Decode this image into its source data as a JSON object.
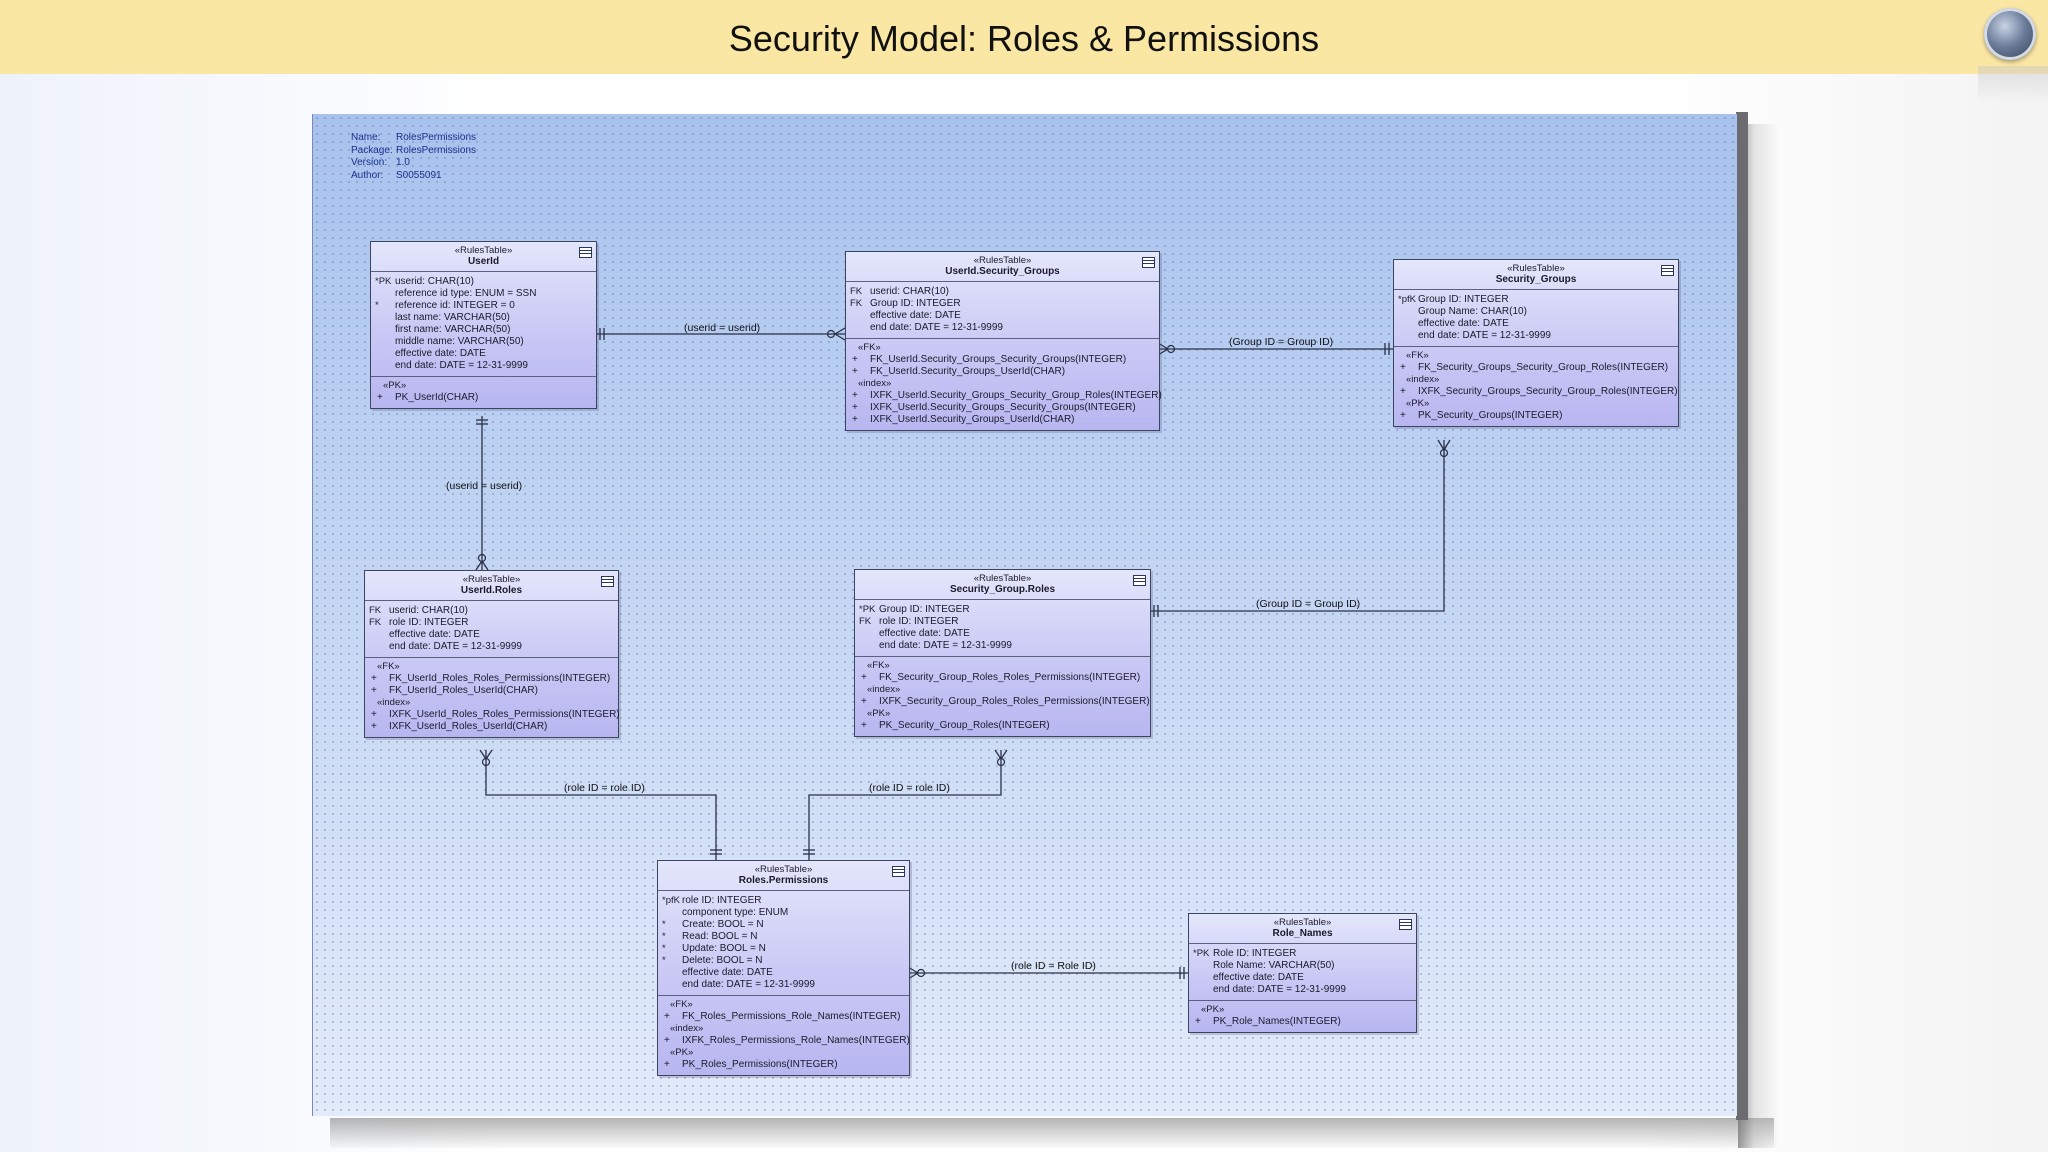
{
  "slide": {
    "title": "Security Model: Roles & Permissions",
    "logo_icon": "globe-logo-icon"
  },
  "diagram": {
    "meta": [
      {
        "label": "Name:",
        "value": "RolesPermissions"
      },
      {
        "label": "Package:",
        "value": "RolesPermissions"
      },
      {
        "label": "Version:",
        "value": "1.0"
      },
      {
        "label": "Author:",
        "value": "S0055091"
      }
    ],
    "entities": [
      {
        "id": "userid",
        "stereotype": "«RulesTable»",
        "name": "UserId",
        "attributes": [
          {
            "prefix": "*PK",
            "text": "userid: CHAR(10)"
          },
          {
            "prefix": "",
            "text": "reference id type: ENUM = SSN"
          },
          {
            "prefix": "*",
            "text": "reference id: INTEGER = 0"
          },
          {
            "prefix": "",
            "text": "last name: VARCHAR(50)"
          },
          {
            "prefix": "",
            "text": "first name: VARCHAR(50)"
          },
          {
            "prefix": "",
            "text": "middle name: VARCHAR(50)"
          },
          {
            "prefix": "",
            "text": "effective date: DATE"
          },
          {
            "prefix": "",
            "text": "end date: DATE = 12-31-9999"
          }
        ],
        "groups": [
          {
            "label": "«PK»",
            "items": [
              "PK_UserId(CHAR)"
            ]
          }
        ]
      },
      {
        "id": "userid_security_groups",
        "stereotype": "«RulesTable»",
        "name": "UserId.Security_Groups",
        "attributes": [
          {
            "prefix": "FK",
            "text": "userid: CHAR(10)"
          },
          {
            "prefix": "FK",
            "text": "Group ID: INTEGER"
          },
          {
            "prefix": "",
            "text": "effective date: DATE"
          },
          {
            "prefix": "",
            "text": "end date: DATE = 12-31-9999"
          }
        ],
        "groups": [
          {
            "label": "«FK»",
            "items": [
              "FK_UserId.Security_Groups_Security_Groups(INTEGER)",
              "FK_UserId.Security_Groups_UserId(CHAR)"
            ]
          },
          {
            "label": "«index»",
            "items": [
              "IXFK_UserId.Security_Groups_Security_Group_Roles(INTEGER)",
              "IXFK_UserId.Security_Groups_Security_Groups(INTEGER)",
              "IXFK_UserId.Security_Groups_UserId(CHAR)"
            ]
          }
        ]
      },
      {
        "id": "security_groups",
        "stereotype": "«RulesTable»",
        "name": "Security_Groups",
        "attributes": [
          {
            "prefix": "*pfK",
            "text": "Group ID: INTEGER"
          },
          {
            "prefix": "",
            "text": "Group Name: CHAR(10)"
          },
          {
            "prefix": "",
            "text": "effective date: DATE"
          },
          {
            "prefix": "",
            "text": "end date: DATE = 12-31-9999"
          }
        ],
        "groups": [
          {
            "label": "«FK»",
            "items": [
              "FK_Security_Groups_Security_Group_Roles(INTEGER)"
            ]
          },
          {
            "label": "«index»",
            "items": [
              "IXFK_Security_Groups_Security_Group_Roles(INTEGER)"
            ]
          },
          {
            "label": "«PK»",
            "items": [
              "PK_Security_Groups(INTEGER)"
            ]
          }
        ]
      },
      {
        "id": "userid_roles",
        "stereotype": "«RulesTable»",
        "name": "UserId.Roles",
        "attributes": [
          {
            "prefix": "FK",
            "text": "userid: CHAR(10)"
          },
          {
            "prefix": "FK",
            "text": "role ID: INTEGER"
          },
          {
            "prefix": "",
            "text": "effective date: DATE"
          },
          {
            "prefix": "",
            "text": "end date: DATE = 12-31-9999"
          }
        ],
        "groups": [
          {
            "label": "«FK»",
            "items": [
              "FK_UserId_Roles_Roles_Permissions(INTEGER)",
              "FK_UserId_Roles_UserId(CHAR)"
            ]
          },
          {
            "label": "«index»",
            "items": [
              "IXFK_UserId_Roles_Roles_Permissions(INTEGER)",
              "IXFK_UserId_Roles_UserId(CHAR)"
            ]
          }
        ]
      },
      {
        "id": "security_group_roles",
        "stereotype": "«RulesTable»",
        "name": "Security_Group.Roles",
        "attributes": [
          {
            "prefix": "*PK",
            "text": "Group ID: INTEGER"
          },
          {
            "prefix": "FK",
            "text": "role ID: INTEGER"
          },
          {
            "prefix": "",
            "text": "effective date: DATE"
          },
          {
            "prefix": "",
            "text": "end date: DATE = 12-31-9999"
          }
        ],
        "groups": [
          {
            "label": "«FK»",
            "items": [
              "FK_Security_Group_Roles_Roles_Permissions(INTEGER)"
            ]
          },
          {
            "label": "«index»",
            "items": [
              "IXFK_Security_Group_Roles_Roles_Permissions(INTEGER)"
            ]
          },
          {
            "label": "«PK»",
            "items": [
              "PK_Security_Group_Roles(INTEGER)"
            ]
          }
        ]
      },
      {
        "id": "roles_permissions",
        "stereotype": "«RulesTable»",
        "name": "Roles.Permissions",
        "attributes": [
          {
            "prefix": "*pfK",
            "text": "role ID: INTEGER"
          },
          {
            "prefix": "",
            "text": "component type: ENUM"
          },
          {
            "prefix": "*",
            "text": "Create: BOOL = N"
          },
          {
            "prefix": "*",
            "text": "Read: BOOL = N"
          },
          {
            "prefix": "*",
            "text": "Update: BOOL = N"
          },
          {
            "prefix": "*",
            "text": "Delete: BOOL = N"
          },
          {
            "prefix": "",
            "text": "effective date: DATE"
          },
          {
            "prefix": "",
            "text": "end date: DATE = 12-31-9999"
          }
        ],
        "groups": [
          {
            "label": "«FK»",
            "items": [
              "FK_Roles_Permissions_Role_Names(INTEGER)"
            ]
          },
          {
            "label": "«index»",
            "items": [
              "IXFK_Roles_Permissions_Role_Names(INTEGER)"
            ]
          },
          {
            "label": "«PK»",
            "items": [
              "PK_Roles_Permissions(INTEGER)"
            ]
          }
        ]
      },
      {
        "id": "role_names",
        "stereotype": "«RulesTable»",
        "name": "Role_Names",
        "attributes": [
          {
            "prefix": "*PK",
            "text": "Role ID: INTEGER"
          },
          {
            "prefix": "",
            "text": "Role Name: VARCHAR(50)"
          },
          {
            "prefix": "",
            "text": "effective date: DATE"
          },
          {
            "prefix": "",
            "text": "end date: DATE = 12-31-9999"
          }
        ],
        "groups": [
          {
            "label": "«PK»",
            "items": [
              "PK_Role_Names(INTEGER)"
            ]
          }
        ]
      }
    ],
    "relationships": [
      {
        "id": "rel_userid_usg",
        "label": "(userid = userid)",
        "from": "userid",
        "to": "userid_security_groups"
      },
      {
        "id": "rel_usg_sg",
        "label": "(Group ID = Group ID)",
        "from": "userid_security_groups",
        "to": "security_groups"
      },
      {
        "id": "rel_userid_roles",
        "label": "(userid = userid)",
        "from": "userid",
        "to": "userid_roles"
      },
      {
        "id": "rel_sg_sgr",
        "label": "(Group ID = Group ID)",
        "from": "security_groups",
        "to": "security_group_roles"
      },
      {
        "id": "rel_roles_rp",
        "label": "(role ID = role ID)",
        "from": "userid_roles",
        "to": "roles_permissions"
      },
      {
        "id": "rel_sgr_rp",
        "label": "(role ID = role ID)",
        "from": "security_group_roles",
        "to": "roles_permissions"
      },
      {
        "id": "rel_rp_rn",
        "label": "(role ID = Role ID)",
        "from": "roles_permissions",
        "to": "role_names"
      }
    ],
    "colors": {
      "header_band": "#fbe7a4",
      "canvas_top": "#a8c2ee",
      "entity_fill": "#c9c8f5",
      "meta_text": "#1a2f8a"
    }
  }
}
